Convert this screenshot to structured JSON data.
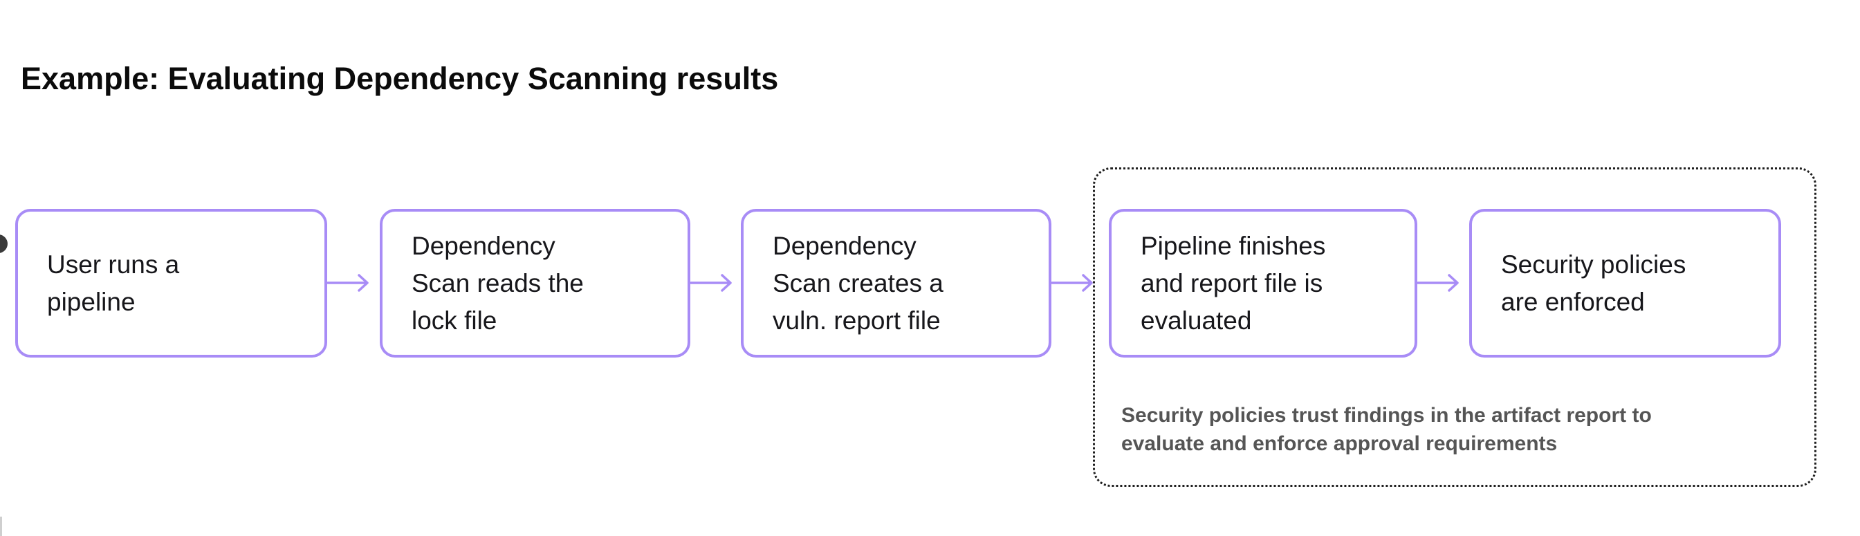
{
  "title": "Example: Evaluating Dependency Scanning results",
  "flow": {
    "boxes": [
      {
        "label": "User runs a\npipeline"
      },
      {
        "label": "Dependency\nScan reads the\nlock file"
      },
      {
        "label": "Dependency\nScan creates a\nvuln. report file"
      },
      {
        "label": "Pipeline finishes\nand report file is\nevaluated"
      },
      {
        "label": "Security policies\nare enforced"
      }
    ],
    "group_note": "Security policies trust findings in the artifact report to\nevaluate and enforce approval requirements"
  },
  "colors": {
    "accent": "#a88cf6",
    "box_text": "#17171b",
    "title_text": "#0b0b0b",
    "note_text": "#555555",
    "group_border": "#1f1f1f",
    "background": "#ffffff"
  }
}
